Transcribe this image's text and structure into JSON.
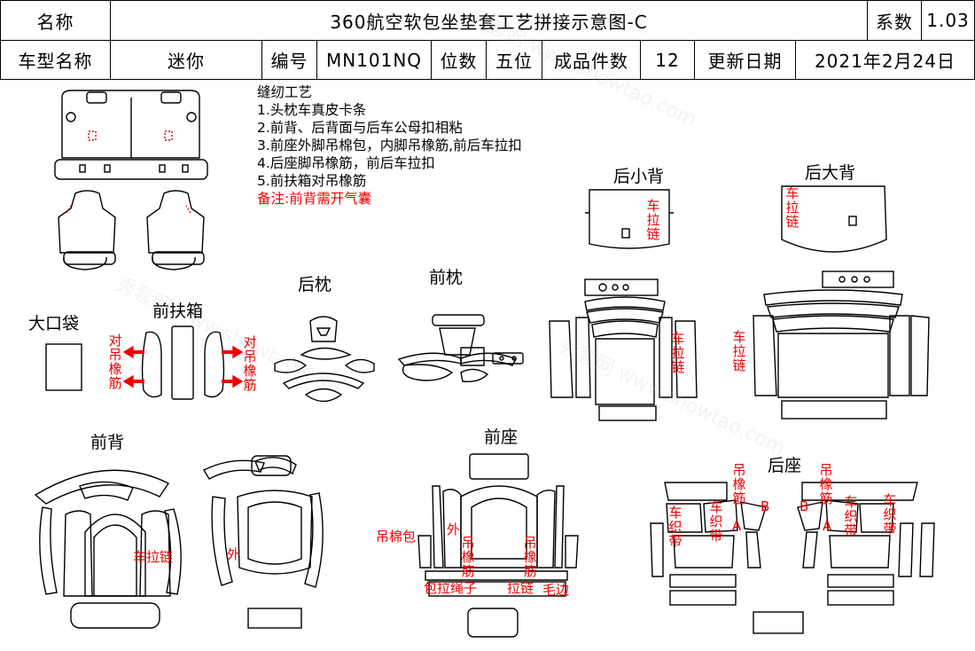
{
  "header": {
    "name_label": "名称",
    "title": "360航空软包坐垫套工艺拼接示意图-C",
    "coef_label": "系数",
    "coef_value": "1.03",
    "model_label": "车型名称",
    "model_value": "迷你",
    "code_label": "编号",
    "code_value": "MN101NQ",
    "seats_label": "位数",
    "seats_value": "五位",
    "pieces_label": "成品件数",
    "pieces_value": "12",
    "date_label": "更新日期",
    "date_value": "2021年2月24日"
  },
  "notes": {
    "title": "缝纫工艺",
    "items": [
      "1.头枕车真皮卡条",
      "2.前背、后背面与后车公母扣相粘",
      "3.前座外脚吊棉包，内脚吊橡筋,前后车拉扣",
      "4.后座脚吊橡筋，前后车拉扣",
      "5.前扶箱对吊橡筋"
    ],
    "remark": "备注:前背需开气囊"
  },
  "sections": {
    "pocket": "大口袋",
    "armrest": "前扶箱",
    "rear_pillow": "后枕",
    "front_pillow": "前枕",
    "rear_small_back": "后小背",
    "rear_big_back": "后大背",
    "front_back": "前背",
    "front_seat": "前座",
    "rear_seat": "后座"
  },
  "annotations": {
    "armrest_left": "对吊橡筋",
    "armrest_right": "对吊橡筋",
    "small_back_top": "车拉链",
    "small_back_mid": "车拉链",
    "big_back_top": "车拉链",
    "big_back_mid": "车拉链",
    "front_back_zip": "车拉链",
    "front_back_outer": "外",
    "front_seat_cotton": "吊棉包",
    "front_seat_outer": "外",
    "front_seat_elastic_l": "吊橡筋",
    "front_seat_elastic_r": "吊橡筋",
    "front_seat_bottom": "包拉绳子",
    "front_seat_bottom2": "拉链",
    "front_seat_bottom3": "毛边",
    "rear_elastic_l": "吊橡筋",
    "rear_elastic_r": "吊橡筋",
    "rear_strap_l": "车织带",
    "rear_strap_r": "车织带",
    "rear_strap_l2": "车织带",
    "rear_strap_r2": "车织带",
    "rear_a_l": "A",
    "rear_b_l": "B",
    "rear_a_r": "A",
    "rear_b_r": "B"
  },
  "watermark": "秀套网 www.showtao.com"
}
